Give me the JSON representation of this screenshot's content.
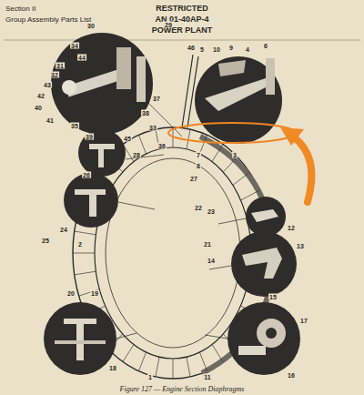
{
  "diagram": {
    "title": "POWER PLANT",
    "caption": "Figure 127 — Engine Section Diaphragms",
    "labels": [
      "Section II",
      "Group Assembly Parts List",
      "RESTRICTED",
      "AN 01-40AP-4",
      "30",
      "29",
      "34",
      "44",
      "31",
      "32",
      "43",
      "42",
      "40",
      "41",
      "35",
      "39",
      "38",
      "37",
      "33",
      "36",
      "46",
      "5",
      "10",
      "9",
      "4",
      "6",
      "7",
      "8",
      "3",
      "45",
      "28",
      "26",
      "27",
      "22",
      "23",
      "24",
      "25",
      "2",
      "12",
      "21",
      "13",
      "14",
      "15",
      "17",
      "16",
      "20",
      "19",
      "18",
      "1",
      "11"
    ]
  }
}
